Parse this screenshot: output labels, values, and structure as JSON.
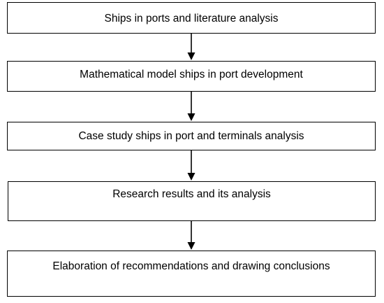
{
  "flowchart": {
    "steps": [
      {
        "label": "Ships in ports and literature analysis"
      },
      {
        "label": "Mathematical model ships in port development"
      },
      {
        "label": "Case study ships in port and terminals analysis"
      },
      {
        "label": "Research results and its analysis"
      },
      {
        "label": "Elaboration of recommendations and drawing conclusions"
      }
    ],
    "colors": {
      "border": "#000000",
      "background": "#ffffff",
      "text": "#000000"
    }
  }
}
